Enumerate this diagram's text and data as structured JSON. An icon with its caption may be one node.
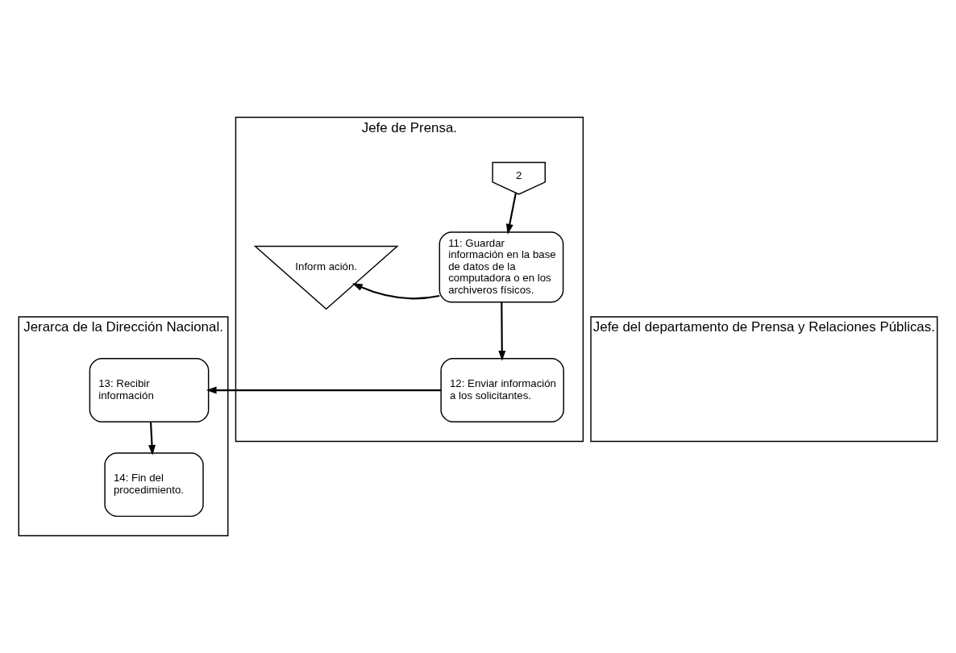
{
  "diagram": {
    "nodes": [
      {
        "text": [
          "Jerarca de la Dirección Nacional."
        ]
      },
      {
        "text": [
          "Jefe del departamento de Prensa y Relaciones Públicas."
        ]
      },
      {
        "text": [
          "Jefe de Prensa."
        ]
      },
      {
        "text": [
          "2"
        ],
        "in": 2
      },
      {
        "text": [
          "11: Guardar información en la base de datos de la computadora o en los archiveros físicos."
        ],
        "in": 2
      },
      {
        "text": [
          "Inform ación."
        ],
        "in": 2
      },
      {
        "text": [
          "12: Enviar información a los solicitantes."
        ],
        "in": 2
      },
      {
        "text": [
          "13: Recibir información"
        ],
        "in": 0
      },
      {
        "text": [
          "14: Fin del procedimiento."
        ],
        "in": 0
      }
    ],
    "edges": [
      {
        "from": 3,
        "to": 4,
        "arrow": "to"
      },
      {
        "from": 4,
        "to": 5,
        "arrow": "to"
      },
      {
        "from": 4,
        "to": 6,
        "arrow": "to"
      },
      {
        "from": 6,
        "to": 7,
        "arrow": "to"
      },
      {
        "from": 7,
        "to": 8,
        "arrow": "to"
      }
    ]
  }
}
